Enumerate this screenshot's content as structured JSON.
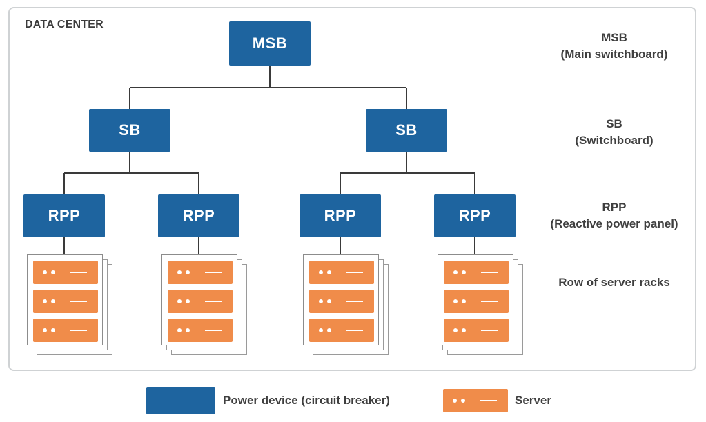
{
  "diagram": {
    "container_label": "DATA CENTER",
    "nodes": {
      "msb": "MSB",
      "sb_left": "SB",
      "sb_right": "SB",
      "rpp_1": "RPP",
      "rpp_2": "RPP",
      "rpp_3": "RPP",
      "rpp_4": "RPP"
    },
    "tiers": {
      "msb": {
        "name": "MSB",
        "description": "(Main switchboard)"
      },
      "sb": {
        "name": "SB",
        "description": "(Switchboard)"
      },
      "rpp": {
        "name": "RPP",
        "description": "(Reactive power panel)"
      },
      "racks": {
        "name": "Row of server racks"
      }
    },
    "rack_groups": 4,
    "servers_per_rack": 3,
    "colors": {
      "power_device": "#1e649f",
      "server": "#f08c4a",
      "connector": "#3a3a3a",
      "frame": "#cfd2d4"
    }
  },
  "legend": {
    "power_device": "Power device (circuit breaker)",
    "server": "Server"
  }
}
